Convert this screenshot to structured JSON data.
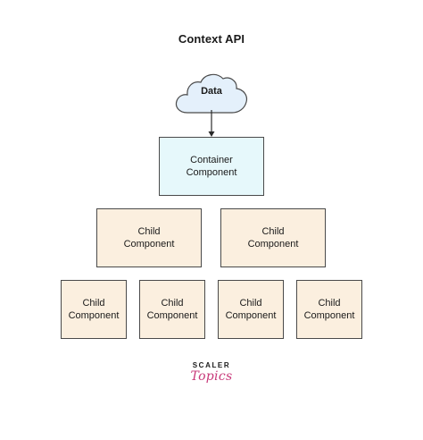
{
  "title": "Context API",
  "cloud": {
    "label": "Data",
    "fill": "#e4f0fb",
    "stroke": "#4a4a4a"
  },
  "container": {
    "line1": "Container",
    "line2": "Component",
    "fill": "#e6f8fb"
  },
  "children_level1": [
    {
      "line1": "Child",
      "line2": "Component"
    },
    {
      "line1": "Child",
      "line2": "Component"
    }
  ],
  "children_level2": [
    {
      "line1": "Child",
      "line2": "Component"
    },
    {
      "line1": "Child",
      "line2": "Component"
    },
    {
      "line1": "Child",
      "line2": "Component"
    },
    {
      "line1": "Child",
      "line2": "Component"
    }
  ],
  "child_fill": "#fbefdf",
  "logo": {
    "top": "SCALER",
    "bottom": "Topics",
    "accent": "#c8397a"
  }
}
